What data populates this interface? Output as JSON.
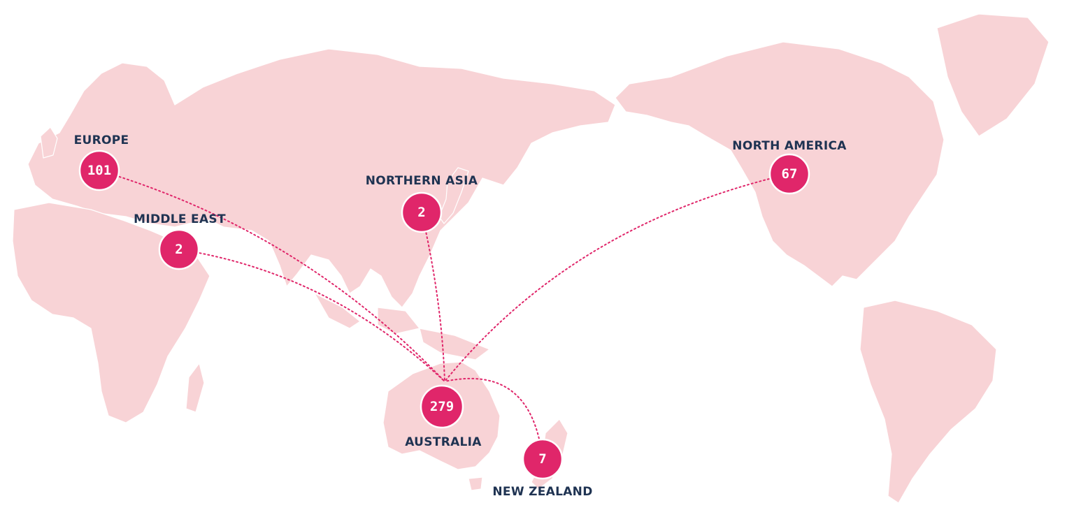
{
  "colors": {
    "land": "#f8d3d6",
    "marker": "#e0266a",
    "route": "#e0266a",
    "label": "#1f3352",
    "background": "#ffffff"
  },
  "hub": "australia",
  "regions": [
    {
      "id": "europe",
      "label": "EUROPE",
      "count": "101"
    },
    {
      "id": "middle-east",
      "label": "MIDDLE EAST",
      "count": "2"
    },
    {
      "id": "northern-asia",
      "label": "NORTHERN ASIA",
      "count": "2"
    },
    {
      "id": "north-america",
      "label": "NORTH AMERICA",
      "count": "67"
    },
    {
      "id": "australia",
      "label": "AUSTRALIA",
      "count": "279"
    },
    {
      "id": "new-zealand",
      "label": "NEW ZEALAND",
      "count": "7"
    }
  ]
}
